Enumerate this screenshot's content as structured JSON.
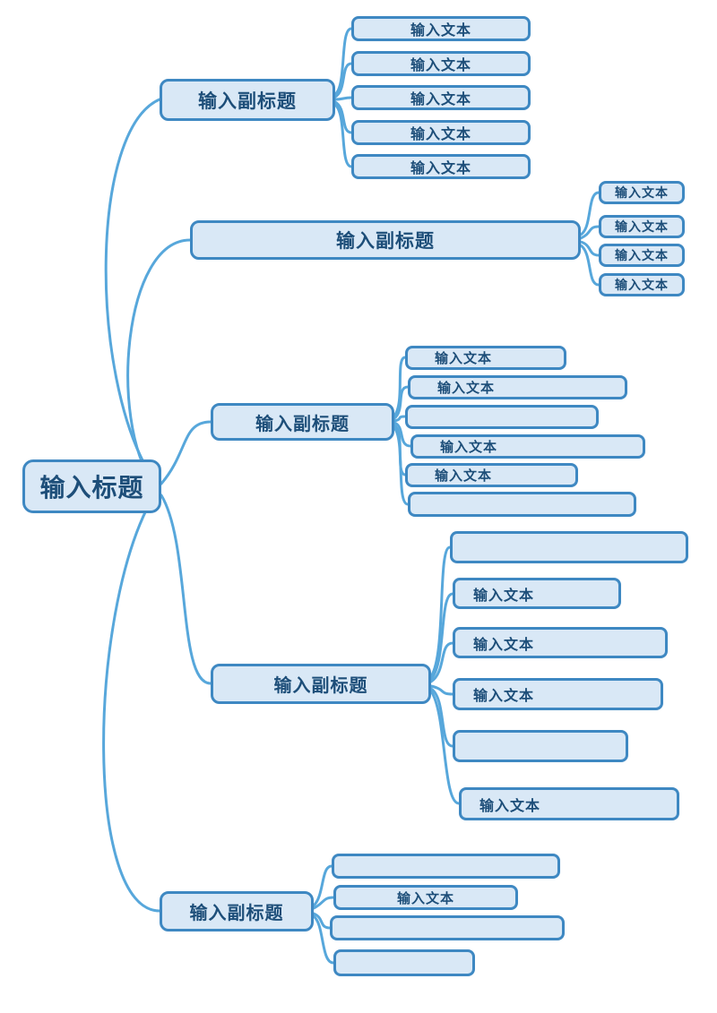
{
  "colors": {
    "node_fill": "#d9e8f6",
    "node_border": "#3e88c2",
    "text": "#1d4e79",
    "line": "#57a7db"
  },
  "root": {
    "label": "输入标题"
  },
  "branches": [
    {
      "label": "输入副标题",
      "children": [
        {
          "label": "输入文本"
        },
        {
          "label": "输入文本"
        },
        {
          "label": "输入文本"
        },
        {
          "label": "输入文本"
        },
        {
          "label": "输入文本"
        }
      ]
    },
    {
      "label": "输入副标题",
      "children": [
        {
          "label": "输入文本"
        },
        {
          "label": "输入文本"
        },
        {
          "label": "输入文本"
        },
        {
          "label": "输入文本"
        }
      ]
    },
    {
      "label": "输入副标题",
      "children": [
        {
          "label": "输入文本"
        },
        {
          "label": "输入文本"
        },
        {
          "label": ""
        },
        {
          "label": "输入文本"
        },
        {
          "label": "输入文本"
        },
        {
          "label": ""
        }
      ]
    },
    {
      "label": "输入副标题",
      "children": [
        {
          "label": ""
        },
        {
          "label": "输入文本"
        },
        {
          "label": "输入文本"
        },
        {
          "label": "输入文本"
        },
        {
          "label": ""
        },
        {
          "label": "输入文本"
        }
      ]
    },
    {
      "label": "输入副标题",
      "children": [
        {
          "label": ""
        },
        {
          "label": "输入文本"
        },
        {
          "label": ""
        },
        {
          "label": ""
        }
      ]
    }
  ]
}
